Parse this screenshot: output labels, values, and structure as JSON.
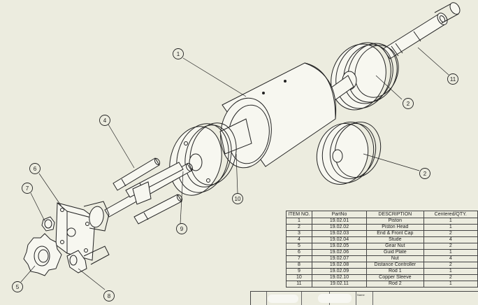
{
  "balloons": [
    "1",
    "2",
    "2",
    "4",
    "5",
    "6",
    "7",
    "8",
    "9",
    "10",
    "11"
  ],
  "bom": {
    "headers": [
      "ITEM NO.",
      "PartNo",
      "DESCRIPTION",
      "Centered/QTY."
    ],
    "rows": [
      [
        "1",
        "19.02.01",
        "Piston",
        "1"
      ],
      [
        "2",
        "19.02.02",
        "Piston Head",
        "1"
      ],
      [
        "3",
        "19.02.03",
        "End & Front Cap",
        "2"
      ],
      [
        "4",
        "19.02.04",
        "Stude",
        "4"
      ],
      [
        "5",
        "19.02.05",
        "Gear Nut",
        "2"
      ],
      [
        "6",
        "19.02.06",
        "Guid Plate",
        "1"
      ],
      [
        "7",
        "19.02.07",
        "Nut",
        "4"
      ],
      [
        "8",
        "19.02.08",
        "Distance Controller",
        "2"
      ],
      [
        "9",
        "19.02.09",
        "Rod 1",
        "1"
      ],
      [
        "10",
        "19.02.10",
        "Copper Sleeve",
        "2"
      ],
      [
        "11",
        "19.02.11",
        "Rod 2",
        "1"
      ]
    ]
  },
  "title_block": {
    "name_label": "Name"
  },
  "colors": {
    "paper": "#ececdf",
    "line": "#222222"
  }
}
